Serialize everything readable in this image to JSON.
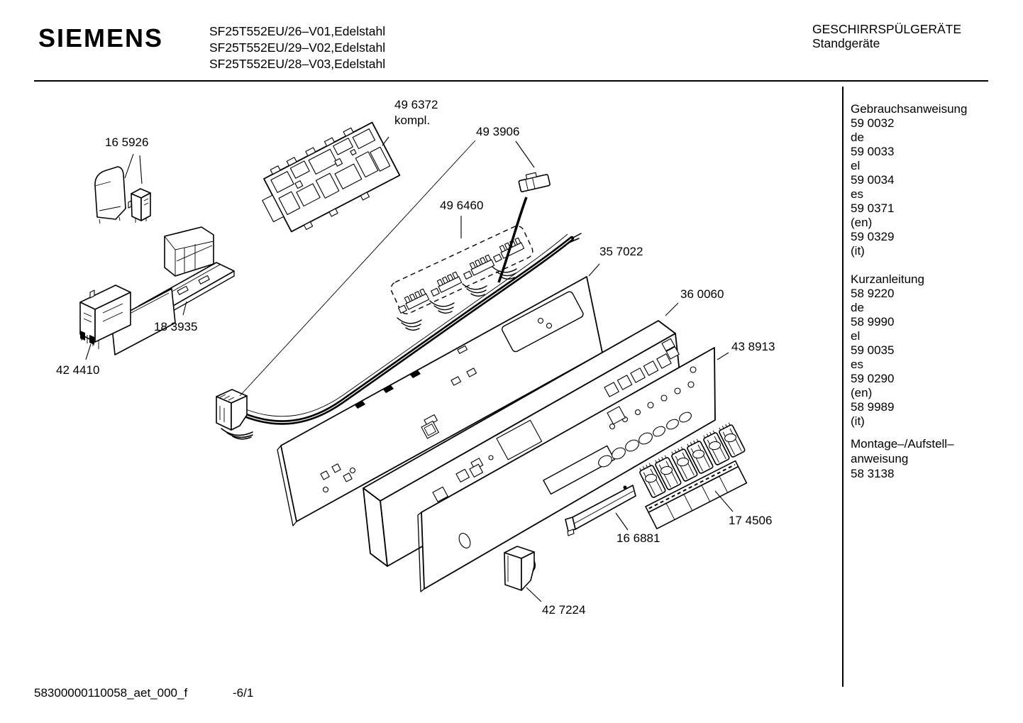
{
  "header": {
    "brand": "SIEMENS",
    "models": "SF25T552EU/26–V01,Edelstahl\nSF25T552EU/29–V02,Edelstahl\nSF25T552EU/28–V03,Edelstahl",
    "product_line": "GESCHIRRSPÜLGERÄTE",
    "product_type": "Standgeräte"
  },
  "sidebar": {
    "sections": [
      {
        "title": "Gebrauchsanweisung",
        "entries": [
          "59 0032",
          "de",
          "59 0033",
          "el",
          "59 0034",
          "es",
          "59 0371",
          "(en)",
          "59 0329",
          "(it)"
        ]
      },
      {
        "title": "Kurzanleitung",
        "entries": [
          "58 9220",
          "de",
          "58 9990",
          "el",
          "59 0035",
          "es",
          "59 0290",
          "(en)",
          "58 9989",
          "(it)"
        ]
      },
      {
        "title": "Montage–/Aufstell–\nanweisung",
        "entries": [
          "58 3138"
        ]
      }
    ]
  },
  "diagram": {
    "parts": [
      {
        "id": "16 5926",
        "label": "16 5926"
      },
      {
        "id": "49 6372",
        "label": "49 6372\nkompl."
      },
      {
        "id": "49 3906",
        "label": "49 3906"
      },
      {
        "id": "49 6460",
        "label": "49 6460"
      },
      {
        "id": "35 7022",
        "label": "35 7022"
      },
      {
        "id": "36 0060",
        "label": "36 0060"
      },
      {
        "id": "43 8913",
        "label": "43 8913"
      },
      {
        "id": "18 3935",
        "label": "18 3935"
      },
      {
        "id": "42 4410",
        "label": "42 4410"
      },
      {
        "id": "17 4506",
        "label": "17 4506"
      },
      {
        "id": "16 6881",
        "label": "16 6881"
      },
      {
        "id": "42 7224",
        "label": "42 7224"
      }
    ]
  },
  "footer": {
    "document_id": "58300000110058_aet_000_f",
    "page": "-6/1"
  }
}
